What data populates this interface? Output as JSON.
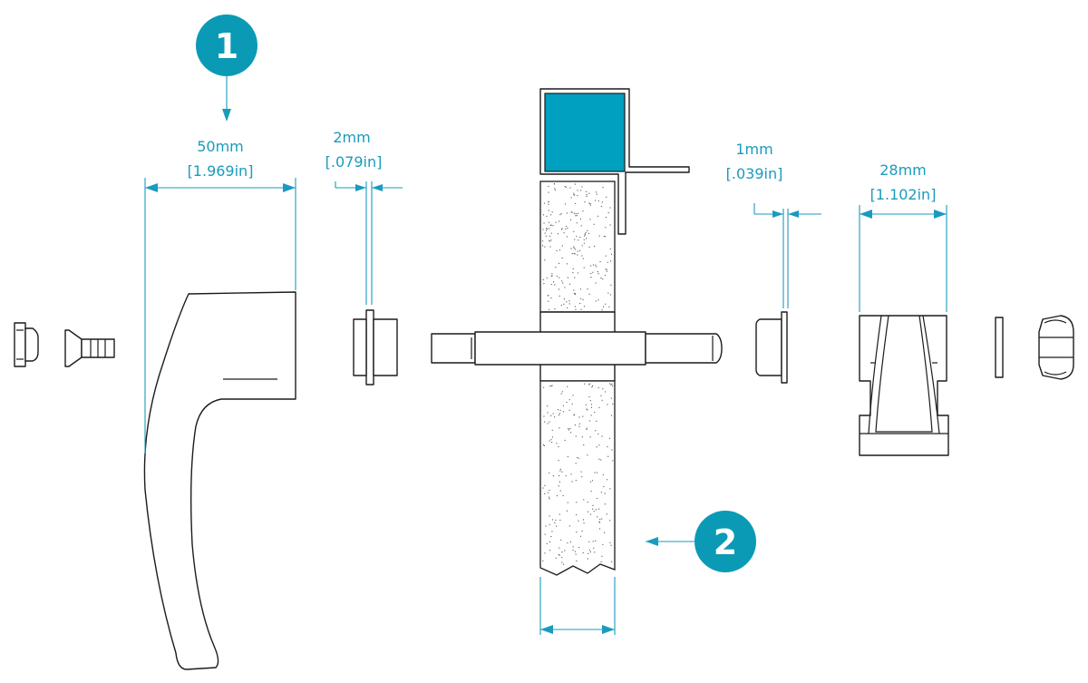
{
  "colors": {
    "accent": "#0a9ab5",
    "dimension": "#1a9bbd",
    "line": "#1c1c1c",
    "frame_fill": "#00a0c0"
  },
  "callouts": [
    {
      "number": "1"
    },
    {
      "number": "2"
    }
  ],
  "dimensions": {
    "handle_width": {
      "mm": "50mm",
      "in": "[1.969in]"
    },
    "spacer_thickness": {
      "mm": "2mm",
      "in": "[.079in]"
    },
    "washer_thickness": {
      "mm": "1mm",
      "in": "[.039in]"
    },
    "cam_width": {
      "mm": "28mm",
      "in": "[1.102in]"
    }
  }
}
